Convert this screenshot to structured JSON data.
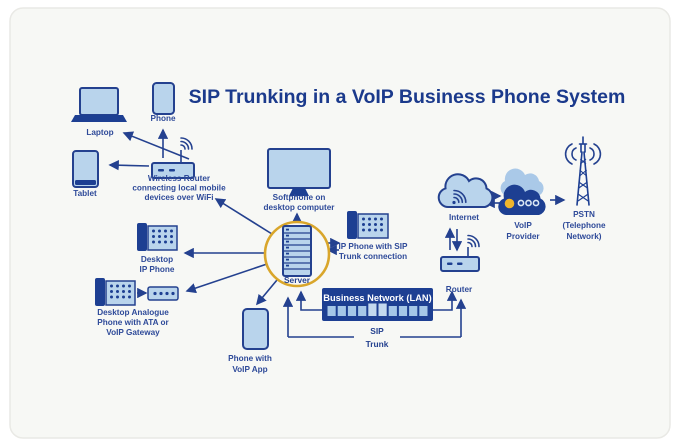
{
  "title": "SIP Trunking in a VoIP Business Phone System",
  "nodes": {
    "laptop": {
      "icon": "laptop-icon",
      "label": "Laptop"
    },
    "phone": {
      "icon": "smartphone-icon",
      "label": "Phone"
    },
    "tablet": {
      "icon": "tablet-icon",
      "label": "Tablet"
    },
    "wireless_router": {
      "icon": "wireless-router-icon",
      "lines": [
        "Wireless Router",
        "connecting local mobile",
        "devices over WiFi"
      ]
    },
    "softphone": {
      "icon": "desktop-monitor-icon",
      "lines": [
        "Softphone on",
        "desktop computer"
      ]
    },
    "desktop_ip_phone": {
      "icon": "desk-phone-icon",
      "lines": [
        "Desktop",
        "IP Phone"
      ]
    },
    "analogue_phone": {
      "icon": "desk-phone-icon",
      "lines": [
        "Desktop Analogue",
        "Phone with ATA or",
        "VoIP Gateway"
      ]
    },
    "server": {
      "icon": "server-tower-icon",
      "label": "Server"
    },
    "ip_phone_sip": {
      "icon": "desk-phone-icon",
      "lines": [
        "IP Phone with SIP",
        "Trunk connection"
      ]
    },
    "voip_app_phone": {
      "icon": "smartphone-icon",
      "lines": [
        "Phone with",
        "VoIP App"
      ]
    },
    "lan": {
      "icon": "network-switch-icon",
      "label": "Business Network (LAN)"
    },
    "sip_trunk": {
      "lines": [
        "SIP",
        "Trunk"
      ]
    },
    "internet": {
      "icon": "cloud-wifi-icon",
      "label": "Internet"
    },
    "voip_provider": {
      "icon": "cloud-provider-icon",
      "lines": [
        "VoIP",
        "Provider"
      ]
    },
    "pstn": {
      "icon": "radio-tower-icon",
      "lines": [
        "PSTN",
        "(Telephone",
        "Network)"
      ]
    },
    "router": {
      "icon": "wireless-router-icon",
      "label": "Router"
    }
  },
  "colors": {
    "navy": "#1d3f92",
    "line_navy": "#24418f",
    "label_navy": "#2e4a99",
    "light_blue": "#b9d4ec",
    "port_blue": "#a6c7e7",
    "gold_ring": "#d9a62b",
    "yellow_dot": "#efb52b",
    "card_bg": "#f7f8f5"
  }
}
